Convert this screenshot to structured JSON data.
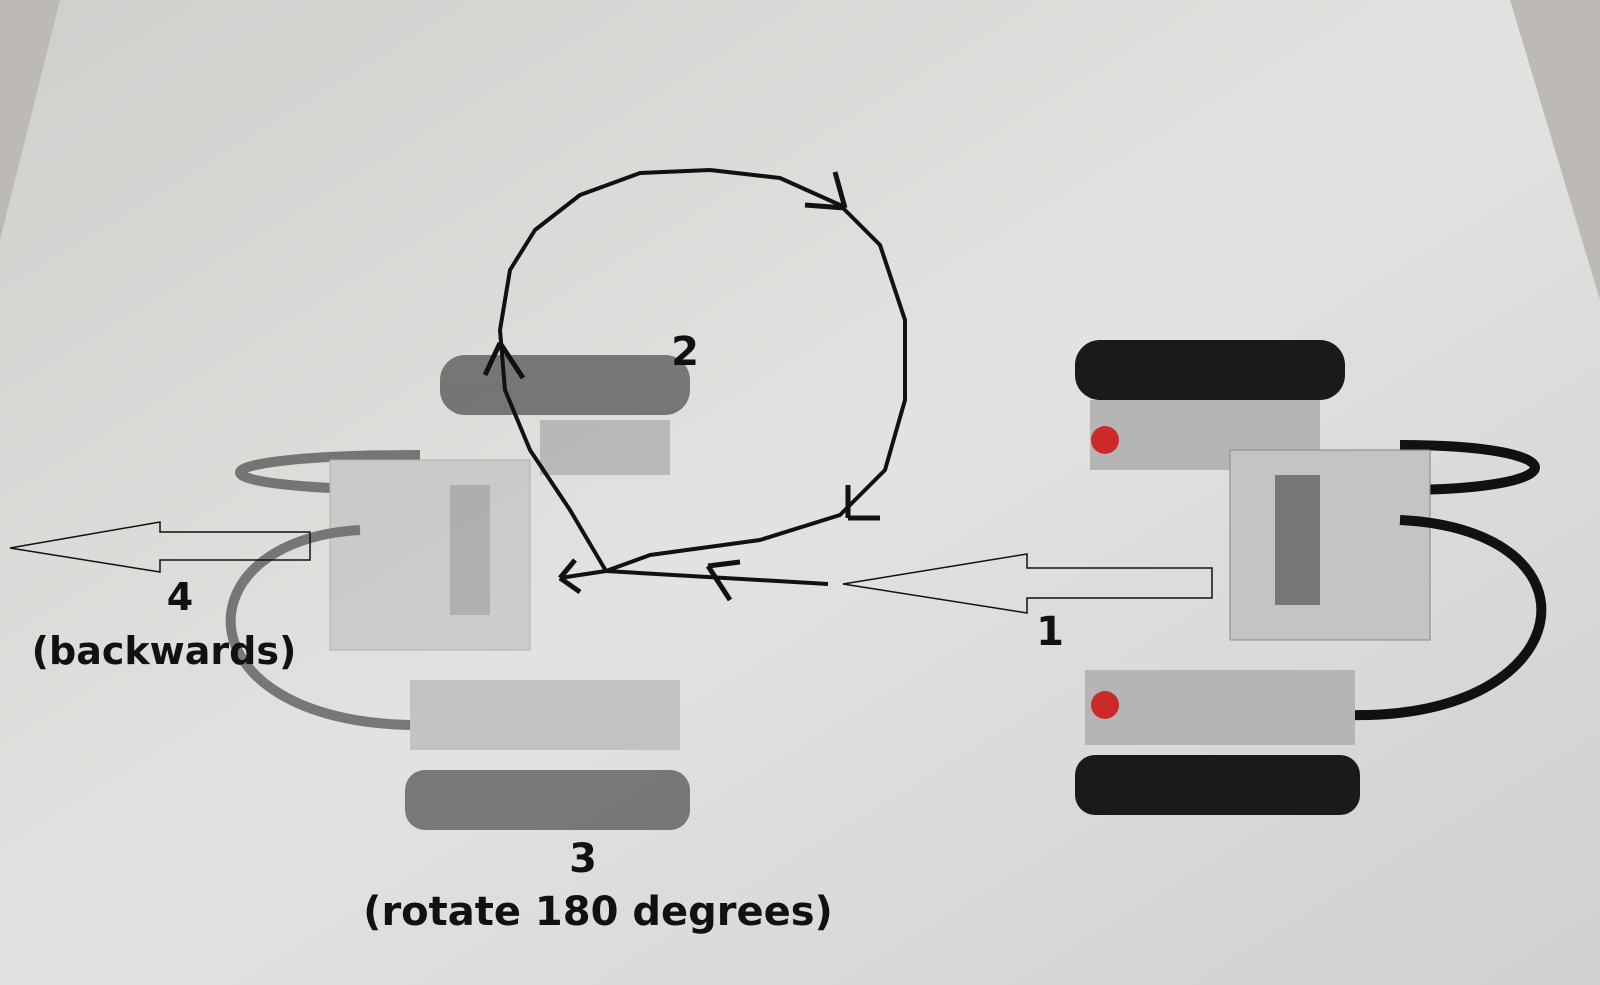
{
  "annotations": {
    "step1": {
      "number": "1"
    },
    "step2": {
      "number": "2"
    },
    "step3": {
      "number": "3",
      "caption": "(rotate 180 degrees)"
    },
    "step4": {
      "number": "4",
      "caption": "(backwards)"
    }
  },
  "colors": {
    "table": "#dcdcda",
    "stroke": "#111111",
    "robot_dark": "#1a1a1a",
    "robot_gray": "#b8b8b8",
    "robot_red": "#cc2a2a"
  }
}
